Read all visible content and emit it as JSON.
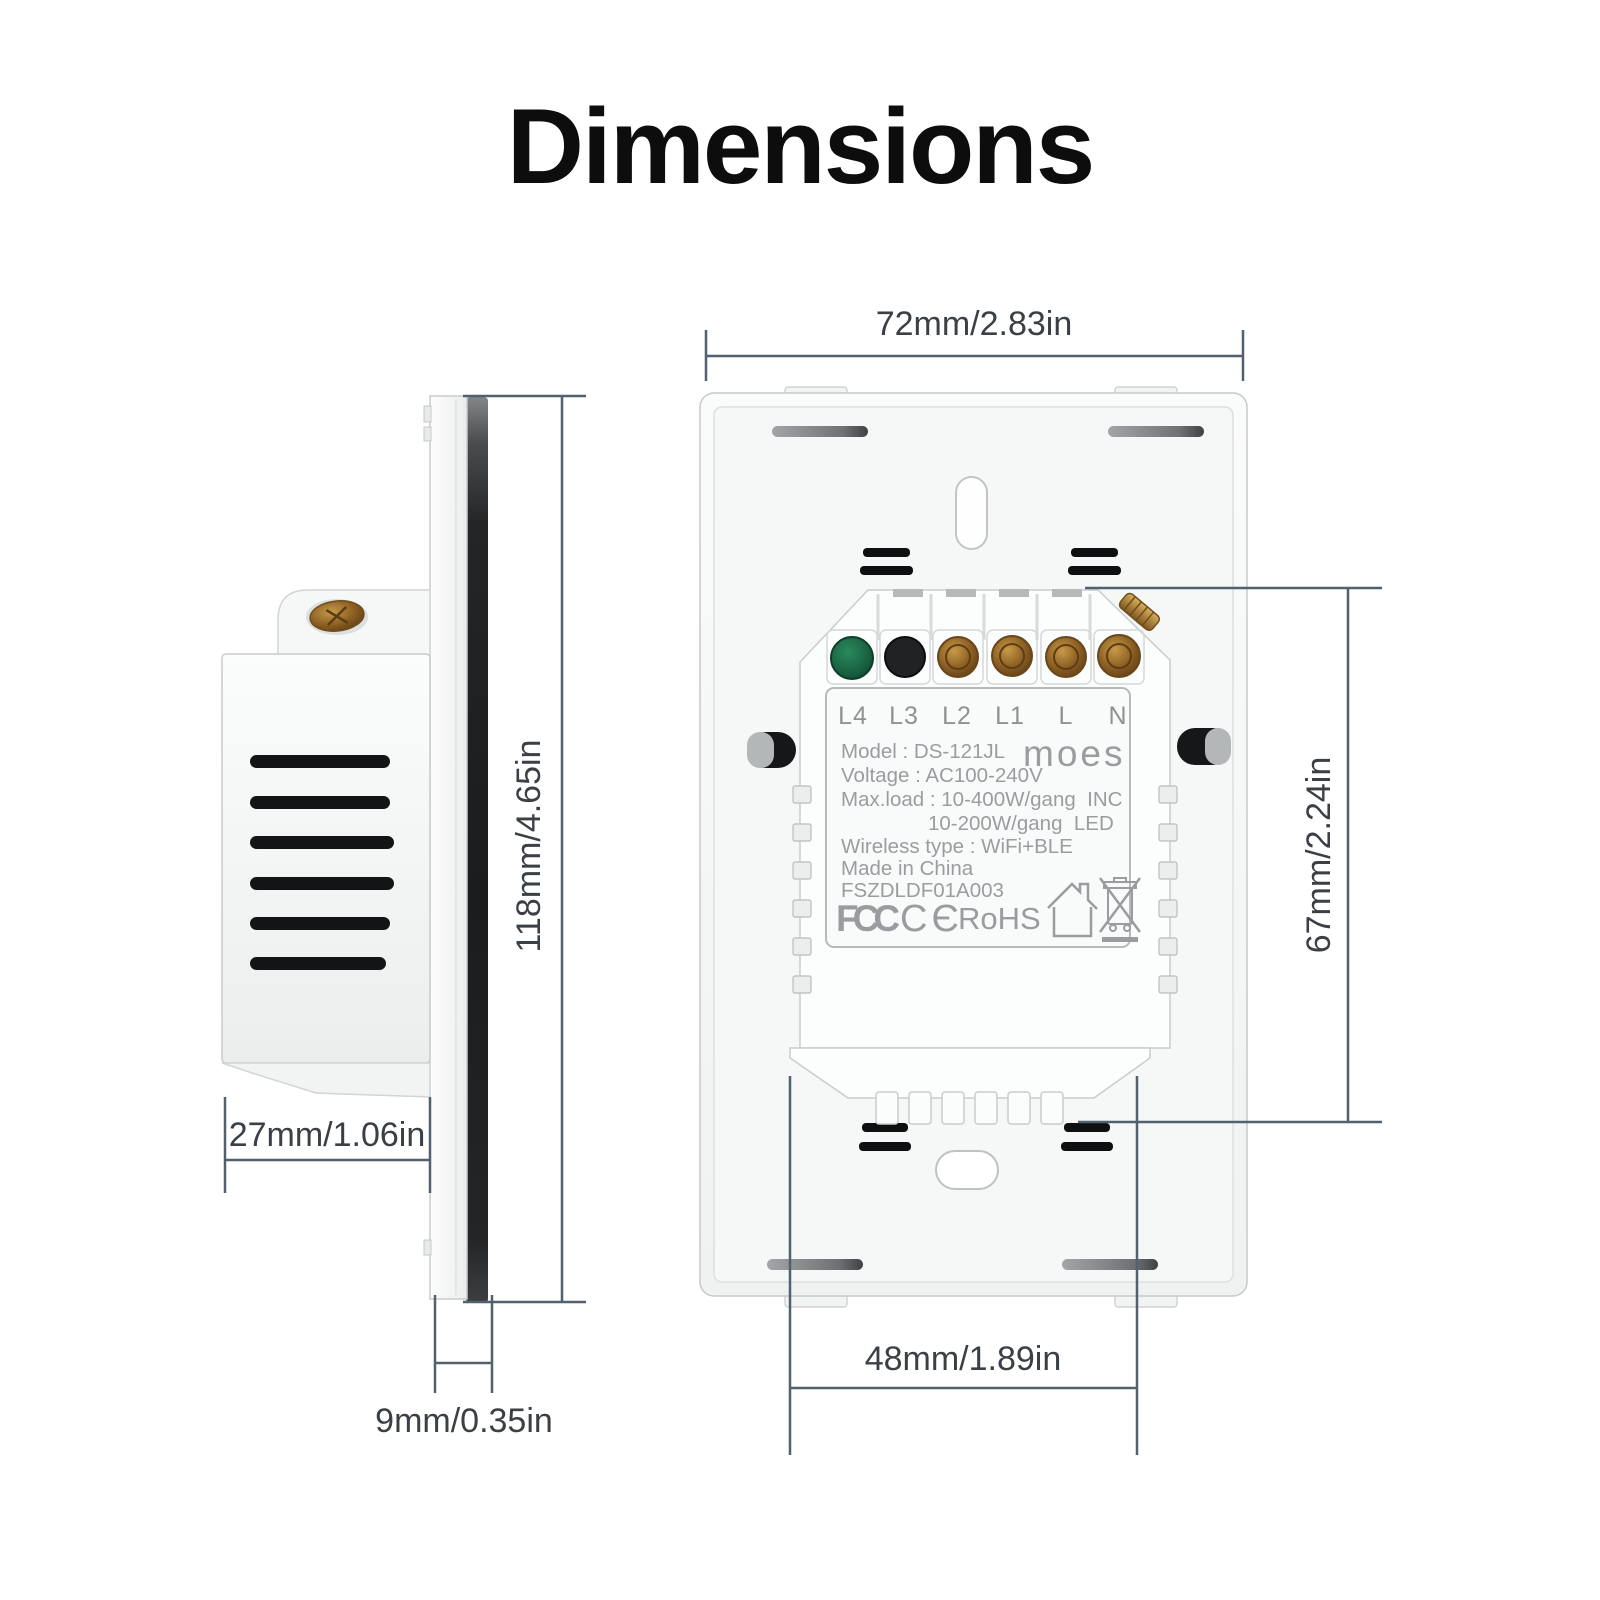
{
  "title": "Dimensions",
  "dimensions": {
    "back_width": "72mm/2.83in",
    "module_height": "67mm/2.24in",
    "mount_width": "48mm/1.89in",
    "plate_height": "118mm/4.65in",
    "body_depth": "27mm/1.06in",
    "panel_thickness": "9mm/0.35in"
  },
  "device_label": {
    "terminals": [
      "L4",
      "L3",
      "L2",
      "L1",
      "L",
      "N"
    ],
    "brand": "moes",
    "model": "Model : DS-121JL",
    "voltage": "Voltage : AC100-240V",
    "max_load_1": "Max.load : 10-400W/gang  INC",
    "max_load_2": "10-200W/gang  LED",
    "wireless": "Wireless type : WiFi+BLE",
    "origin": "Made in China",
    "code": "FSZDLDF01A003",
    "certs": {
      "fcc": "FCC",
      "ce": "CЄ",
      "rohs": "RoHS"
    }
  },
  "icons": {
    "house": "house-outline-icon",
    "weee": "crossed-out-wheelie-bin-icon"
  },
  "colors": {
    "dimension_line": "#51616f",
    "dimension_text": "#3b4046",
    "label_gray": "#9a9da0",
    "glass_dark": "#1b1c1e",
    "terminal_green": "#1a6b47",
    "terminal_black": "#202224",
    "terminal_brass": "#8a5d22",
    "plastic_white": "#f8f9f9"
  }
}
